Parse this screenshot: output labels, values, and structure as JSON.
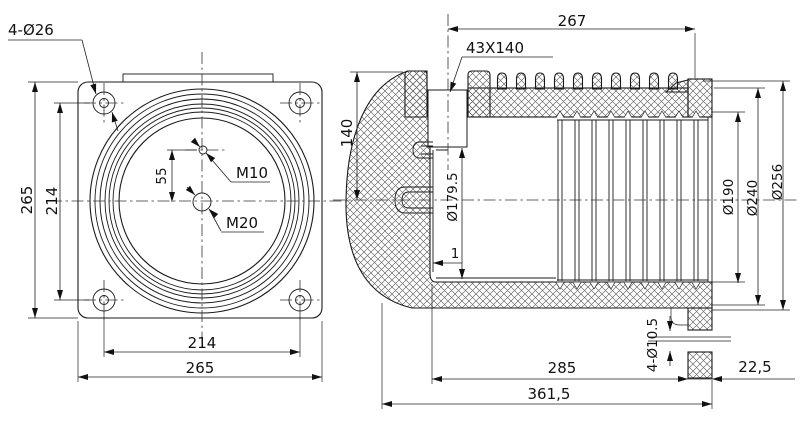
{
  "drawing": {
    "front_view": {
      "corner_holes_label": "4-Ø26",
      "dim_height_outer": "265",
      "dim_height_holes": "214",
      "dim_center_offset": "55",
      "top_thread_label": "M10",
      "center_thread_label": "M20",
      "dim_width_holes": "214",
      "dim_width_outer": "265"
    },
    "section_view": {
      "dim_length_to_slot": "267",
      "slot_label": "43X140",
      "dim_depth_to_axis": "140",
      "dim_bore": "Ø179.5",
      "dim_liner": "1",
      "dim_thread_diameter": "Ø190",
      "dim_fin_diameter": "Ø240",
      "dim_collar_diameter": "Ø256",
      "dim_length_inner": "285",
      "dim_length_overall": "361,5",
      "flange_holes_label": "4-Ø10.5",
      "dim_flange_thickness": "22,5"
    }
  }
}
